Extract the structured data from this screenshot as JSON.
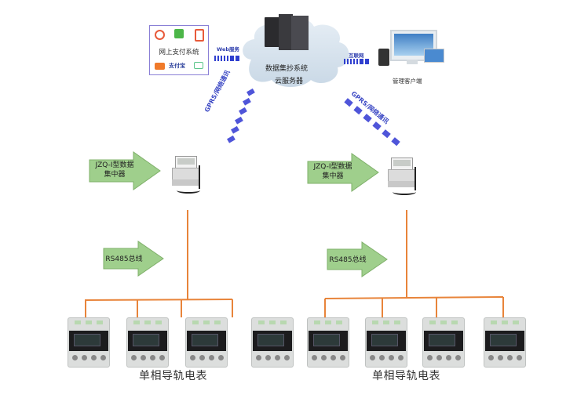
{
  "diagram": {
    "payment_system": {
      "title": "网上支付系统",
      "icons": [
        "refund-icon",
        "wechat-pay-icon",
        "mobile-pay-icon",
        "bank-card-icon",
        "alipay-icon",
        "transfer-icon"
      ],
      "alipay_text": "支付宝"
    },
    "web_link": {
      "label": "Web服务"
    },
    "cloud": {
      "line1": "数据集抄系统",
      "line2": "云服务器"
    },
    "internet_link": {
      "label": "互联网"
    },
    "client": {
      "label": "管理客户端"
    },
    "gprs_left": {
      "label": "GPRS/网络通讯"
    },
    "gprs_right": {
      "label": "GPRS/网络通讯"
    },
    "concentrator_left": {
      "arrow_text_line1": "JZQ-I型数据",
      "arrow_text_line2": "集中器"
    },
    "concentrator_right": {
      "arrow_text_line1": "JZQ-I型数据",
      "arrow_text_line2": "集中器"
    },
    "bus_left": {
      "arrow_text": "RS485总线"
    },
    "bus_right": {
      "arrow_text": "RS485总线"
    },
    "meters_left": {
      "count": 4,
      "label": "单相导轨电表"
    },
    "meters_right": {
      "count": 4,
      "label": "单相导轨电表"
    },
    "colors": {
      "bus_line": "#e8843a",
      "arrow_fill": "#9fcf8c",
      "arrow_stroke": "#7fb06a",
      "link_blue": "#3b44d0",
      "payment_border": "#8a7fd6"
    }
  }
}
